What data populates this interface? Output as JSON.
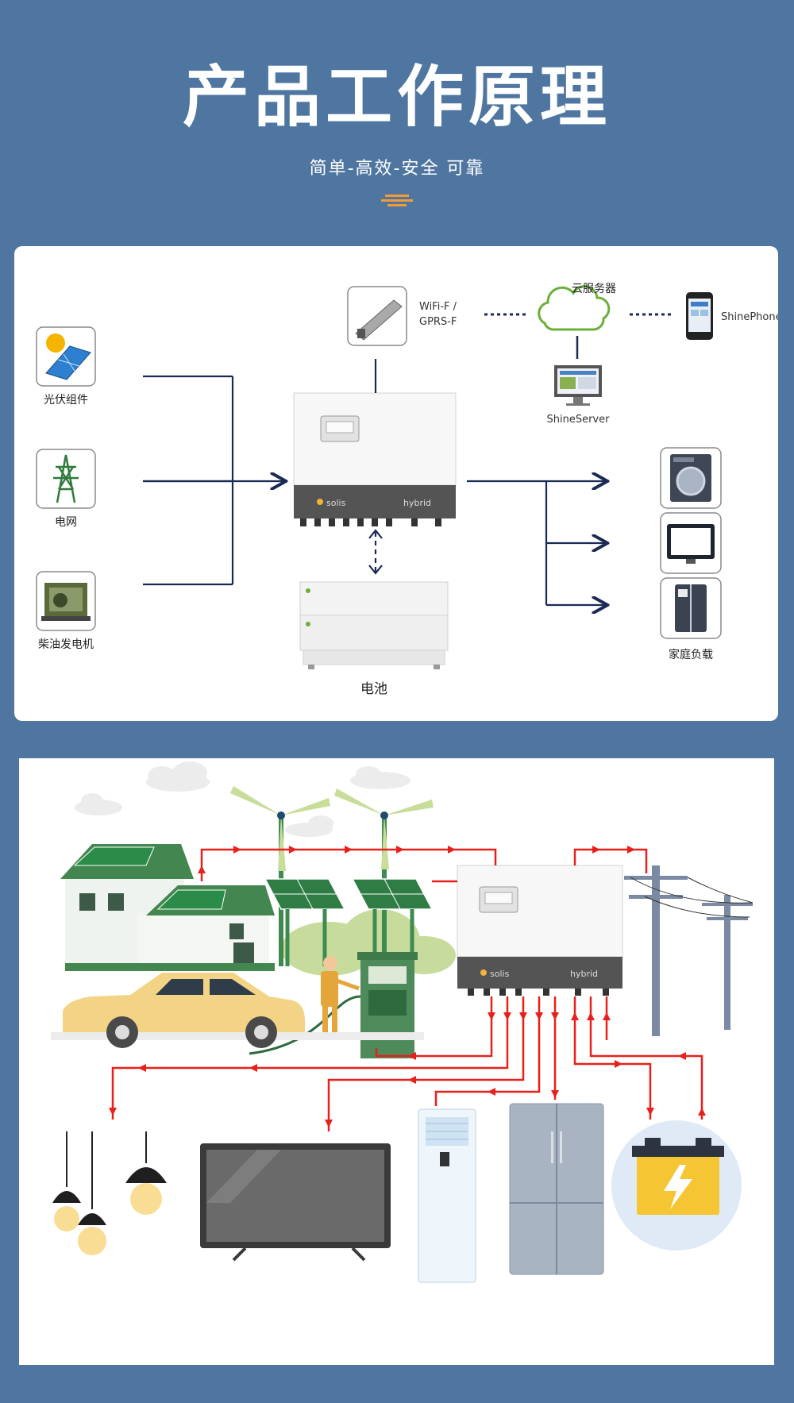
{
  "header": {
    "title": "产品工作原理",
    "subtitle": "简单-高效-安全 可靠",
    "accent_color": "#f29a38"
  },
  "diagram": {
    "inputs": [
      {
        "label": "光伏组件",
        "icon": "solar-panel-icon"
      },
      {
        "label": "电网",
        "icon": "power-tower-icon"
      },
      {
        "label": "柴油发电机",
        "icon": "diesel-generator-icon"
      }
    ],
    "inverter": {
      "brand": "solis",
      "model": "hybrid"
    },
    "battery_label": "电池",
    "comm": {
      "module_label_1": "WiFi-F /",
      "module_label_2": "GPRS-F",
      "cloud_label": "云服务器",
      "phone_label": "ShinePhone",
      "server_label": "ShineServer"
    },
    "load_label": "家庭负载",
    "loads": [
      "washing-machine-icon",
      "tv-icon",
      "refrigerator-icon"
    ],
    "colors": {
      "line": "#1a2a55",
      "arrow_red": "#e8201c",
      "panel_blue": "#2c6fb5"
    }
  },
  "scene": {
    "inverter_brand": "solis",
    "inverter_model": "hybrid",
    "elements": [
      "house-icon",
      "wind-turbine-icon",
      "solar-panel-icon",
      "ev-charger-icon",
      "car-icon",
      "power-pole-icon",
      "light-bulb-icon",
      "tv-icon",
      "air-conditioner-icon",
      "refrigerator-icon",
      "battery-icon"
    ]
  }
}
